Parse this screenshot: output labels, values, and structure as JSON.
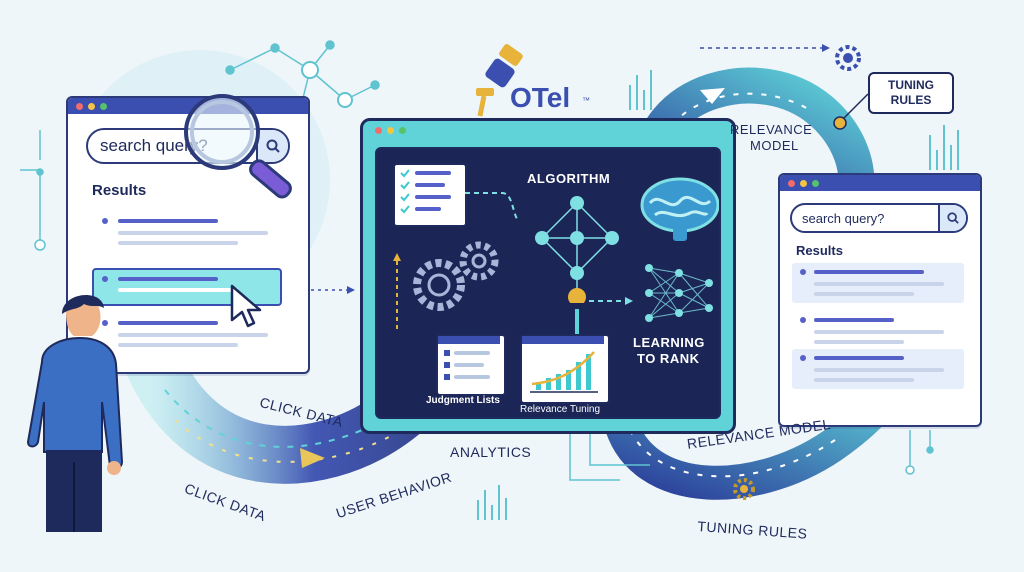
{
  "logo": {
    "text": "OTel",
    "tm": "™"
  },
  "left_window": {
    "search_text": "search query?",
    "results_heading": "Results"
  },
  "right_window": {
    "search_text": "search query?",
    "results_heading": "Results"
  },
  "center": {
    "algorithm": "ALGORITHM",
    "learning_to_rank_1": "LEARNING",
    "learning_to_rank_2": "TO RANK",
    "judgment_lists": "Judgment Lists",
    "relevance_tuning": "Relevance Tuning"
  },
  "flow_labels": {
    "click_data_top": "CLICK DATA",
    "click_data_bottom": "CLICK DATA",
    "user_behavior": "USER BEHAVIOR",
    "analytics": "ANALYTICS",
    "relevance_model_top_1": "RELEVANCE",
    "relevance_model_top_2": "MODEL",
    "relevance_model_bottom": "RELEVANCE MODEL",
    "tuning_rules_box_1": "TUNING",
    "tuning_rules_box_2": "RULES",
    "tuning_rules_bottom": "TUNING RULES"
  },
  "colors": {
    "navy": "#1f2a5c",
    "teal": "#5fd3d8",
    "blue": "#3a4fb0",
    "purple": "#7a5cd6",
    "gold": "#e8b33a",
    "background": "#eef6f9"
  },
  "icons": [
    "magnifier-icon",
    "cursor-icon",
    "gear-icon",
    "brain-icon",
    "telescope-icon",
    "checklist-icon",
    "chart-icon",
    "neural-network-icon",
    "person-icon"
  ]
}
